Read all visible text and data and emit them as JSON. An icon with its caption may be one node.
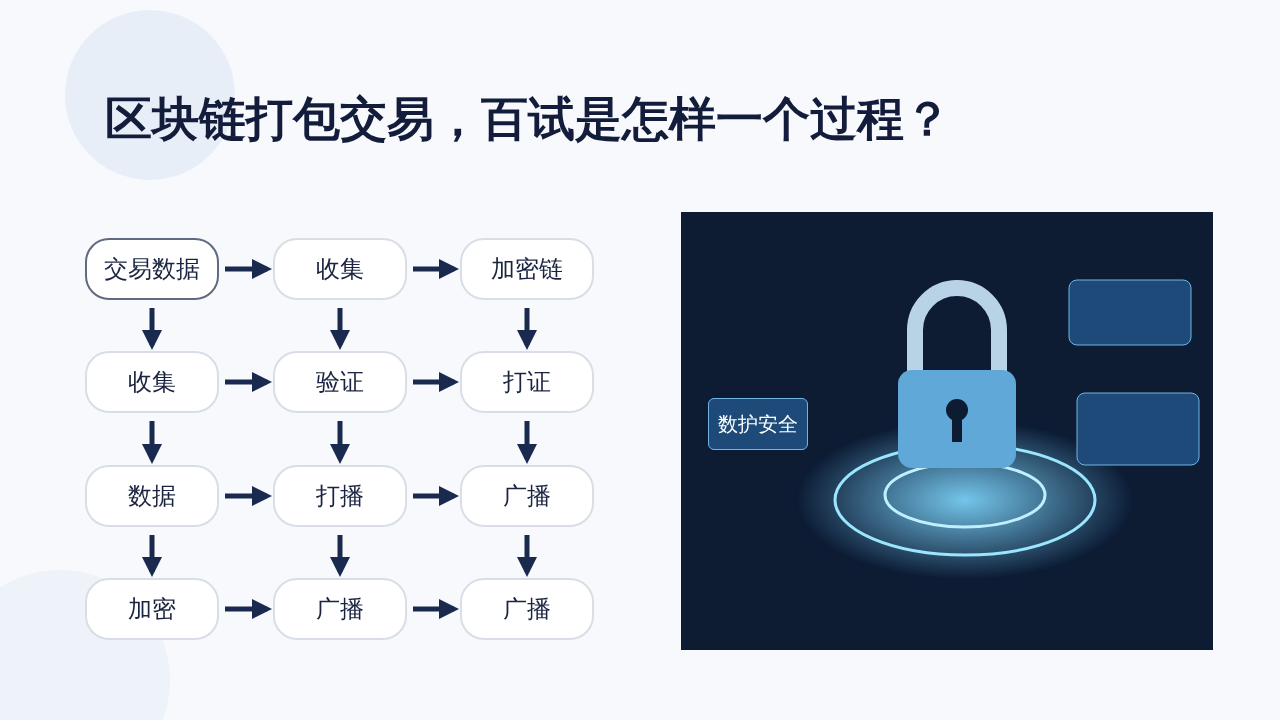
{
  "diagram": {
    "title": "区块链打包交易，百试是怎样一个过程？",
    "nodes": [
      {
        "text": [
          "交易数据"
        ]
      },
      {
        "text": [
          "收集"
        ]
      },
      {
        "text": [
          "加密链"
        ]
      },
      {
        "text": [
          "收集"
        ]
      },
      {
        "text": [
          "验证"
        ]
      },
      {
        "text": [
          "打证"
        ]
      },
      {
        "text": [
          "数据"
        ]
      },
      {
        "text": [
          "打播"
        ]
      },
      {
        "text": [
          "广播"
        ]
      },
      {
        "text": [
          "加密"
        ]
      },
      {
        "text": [
          "广播"
        ]
      },
      {
        "text": [
          "广播"
        ]
      }
    ],
    "edges": [
      {
        "from": 0,
        "to": 1,
        "arrow": "to"
      },
      {
        "from": 1,
        "to": 2,
        "arrow": "to"
      },
      {
        "from": 0,
        "to": 3,
        "arrow": "to"
      },
      {
        "from": 1,
        "to": 4,
        "arrow": "to"
      },
      {
        "from": 2,
        "to": 5,
        "arrow": "to"
      },
      {
        "from": 3,
        "to": 4,
        "arrow": "to"
      },
      {
        "from": 4,
        "to": 5,
        "arrow": "to"
      },
      {
        "from": 3,
        "to": 6,
        "arrow": "to"
      },
      {
        "from": 4,
        "to": 7,
        "arrow": "to"
      },
      {
        "from": 5,
        "to": 8,
        "arrow": "to"
      },
      {
        "from": 6,
        "to": 7,
        "arrow": "to"
      },
      {
        "from": 7,
        "to": 8,
        "arrow": "to"
      },
      {
        "from": 6,
        "to": 9,
        "arrow": "to"
      },
      {
        "from": 7,
        "to": 10,
        "arrow": "to"
      },
      {
        "from": 8,
        "to": 11,
        "arrow": "to"
      },
      {
        "from": 9,
        "to": 10,
        "arrow": "to"
      },
      {
        "from": 10,
        "to": 11,
        "arrow": "to"
      }
    ],
    "labels": [
      "数护安全"
    ]
  }
}
